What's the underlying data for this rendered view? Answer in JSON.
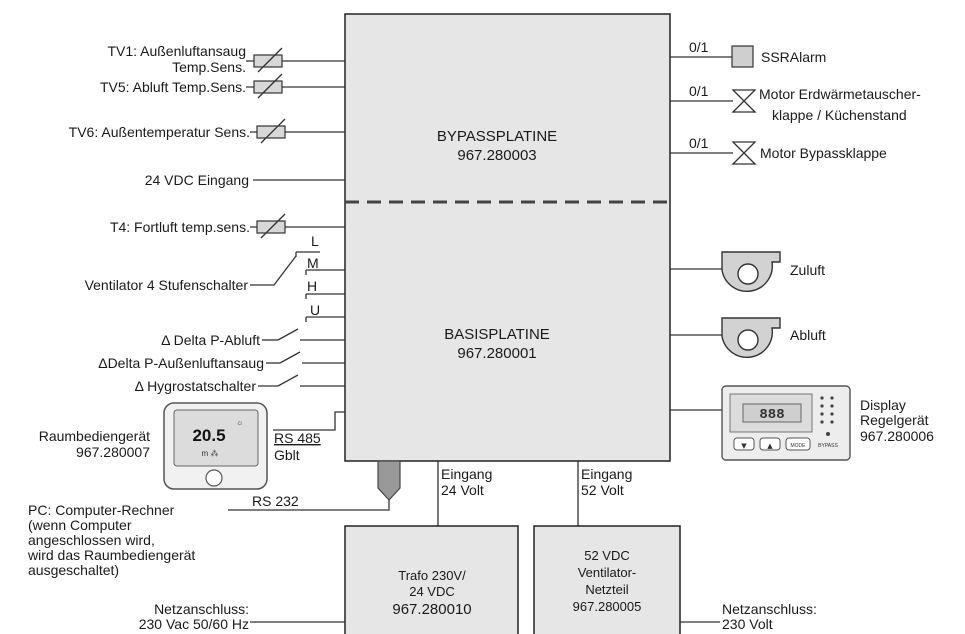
{
  "top_box": {
    "title": "BYPASSPLATINE",
    "code": "967.280003"
  },
  "main_box": {
    "title": "BASISPLATINE",
    "code": "967.280001"
  },
  "left_inputs": {
    "tv1_a": "TV1:  Außenluftansaug",
    "tv1_b": "Temp.Sens.",
    "tv5": "TV5:  Abluft Temp.Sens.",
    "tv6": "TV6:  Außentemperatur Sens.",
    "dc24": "24 VDC Eingang",
    "t4": "T4: Fortluft temp.sens.",
    "fan_switch": "Ventilator 4 Stufenschalter",
    "stage_l": "L",
    "stage_m": "M",
    "stage_h": "H",
    "stage_u": "U",
    "dp_abluft": "Δ Delta P-Abluft",
    "dp_aussen": "ΔDelta P-Außenluftansaug",
    "hygro": "Δ Hygrostatschalter"
  },
  "room_unit": {
    "label_a": "Raumbediengerät",
    "label_b": "967.280007",
    "display": "20.5",
    "rs485": "RS 485",
    "gblt": "Gblt"
  },
  "pc": {
    "rs232": "RS 232",
    "line1": "PC: Computer-Rechner",
    "line2": "(wenn Computer",
    "line3": "angeschlossen wird,",
    "line4": "wird das Raumbediengerät",
    "line5": "ausgeschaltet)"
  },
  "right_outputs": {
    "ssr_signal": "0/1",
    "ssr_label": "SSRAlarm",
    "erd_signal": "0/1",
    "erd_label_a": "Motor Erdwärmetauscher-",
    "erd_label_b": "klappe / Küchenstand",
    "bypass_signal": "0/1",
    "bypass_label": "Motor Bypassklappe",
    "zuluft": "Zuluft",
    "abluft": "Abluft"
  },
  "display_unit": {
    "label_a": "Display",
    "label_b": "Regelgerät",
    "label_c": "967.280006",
    "digits": "888",
    "btn_mode": "MODE",
    "btn_bypass": "BYPASS"
  },
  "power": {
    "in24_a": "Eingang",
    "in24_b": "24 Volt",
    "in52_a": "Eingang",
    "in52_b": "52 Volt",
    "trafo_a": "Trafo 230V/",
    "trafo_b": "24 VDC",
    "trafo_c": "967.280010",
    "psu_a": "52 VDC",
    "psu_b": "Ventilator-",
    "psu_c": "Netzteil",
    "psu_d": "967.280005",
    "mains_left_a": "Netzanschluss:",
    "mains_left_b": "230 Vac 50/60 Hz",
    "mains_right_a": "Netzanschluss:",
    "mains_right_b": "230 Volt"
  }
}
